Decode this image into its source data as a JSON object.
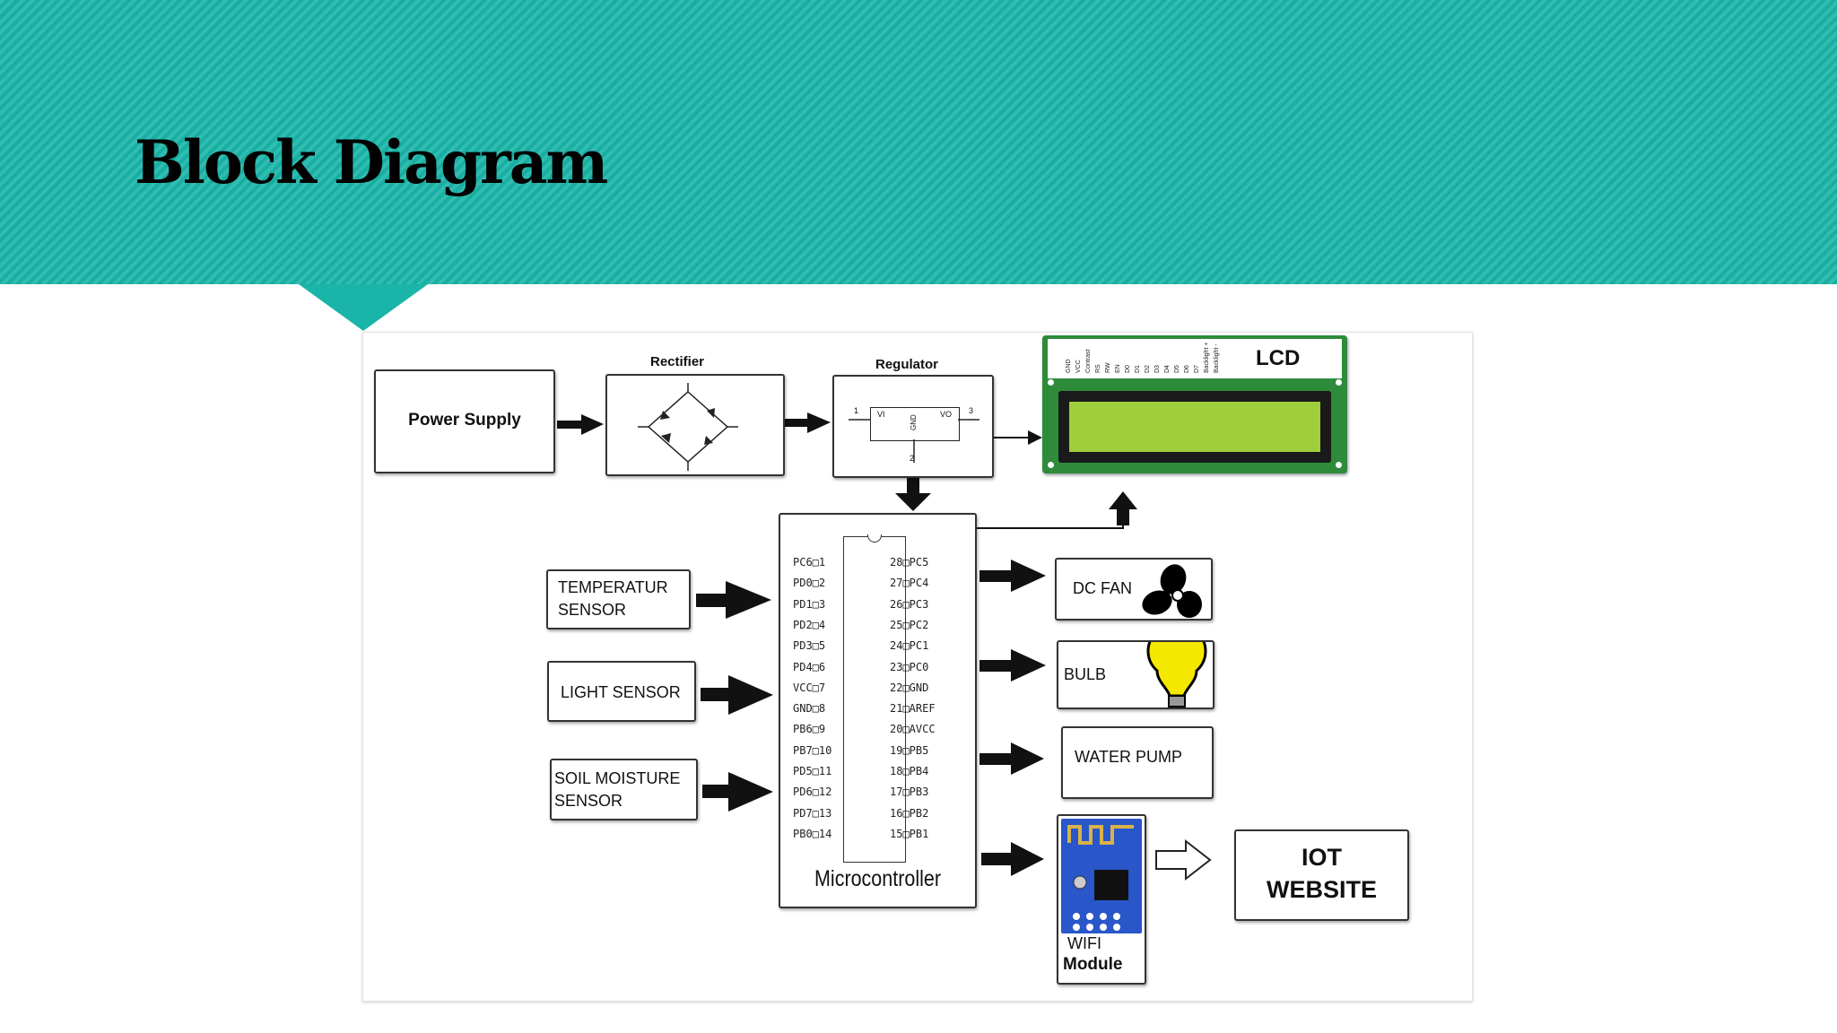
{
  "slide": {
    "title": "Block Diagram"
  },
  "diagram": {
    "power_supply": "Power Supply",
    "rectifier_label": "Rectifier",
    "regulator_label": "Regulator",
    "regulator_pins": {
      "vi": "VI",
      "vo": "VO",
      "gnd": "GND",
      "p1": "1",
      "p2": "2",
      "p3": "3"
    },
    "lcd_label": "LCD",
    "lcd_pins": [
      "GND",
      "VCC",
      "Contrast",
      "RS",
      "RW",
      "EN",
      "D0",
      "D1",
      "D2",
      "D3",
      "D4",
      "D5",
      "D6",
      "D7",
      "Backlight +",
      "Backlight -"
    ],
    "microcontroller_label": "Microcontroller",
    "mcu_left_pins": [
      {
        "name": "PC6",
        "num": "1"
      },
      {
        "name": "PD0",
        "num": "2"
      },
      {
        "name": "PD1",
        "num": "3"
      },
      {
        "name": "PD2",
        "num": "4"
      },
      {
        "name": "PD3",
        "num": "5"
      },
      {
        "name": "PD4",
        "num": "6"
      },
      {
        "name": "VCC",
        "num": "7"
      },
      {
        "name": "GND",
        "num": "8"
      },
      {
        "name": "PB6",
        "num": "9"
      },
      {
        "name": "PB7",
        "num": "10"
      },
      {
        "name": "PD5",
        "num": "11"
      },
      {
        "name": "PD6",
        "num": "12"
      },
      {
        "name": "PD7",
        "num": "13"
      },
      {
        "name": "PB0",
        "num": "14"
      }
    ],
    "mcu_right_pins": [
      {
        "name": "PC5",
        "num": "28"
      },
      {
        "name": "PC4",
        "num": "27"
      },
      {
        "name": "PC3",
        "num": "26"
      },
      {
        "name": "PC2",
        "num": "25"
      },
      {
        "name": "PC1",
        "num": "24"
      },
      {
        "name": "PC0",
        "num": "23"
      },
      {
        "name": "GND",
        "num": "22"
      },
      {
        "name": "AREF",
        "num": "21"
      },
      {
        "name": "AVCC",
        "num": "20"
      },
      {
        "name": "PB5",
        "num": "19"
      },
      {
        "name": "PB4",
        "num": "18"
      },
      {
        "name": "PB3",
        "num": "17"
      },
      {
        "name": "PB2",
        "num": "16"
      },
      {
        "name": "PB1",
        "num": "15"
      }
    ],
    "temp_line1": "TEMPERATUR",
    "temp_line2": "SENSOR",
    "light_sensor": "LIGHT SENSOR",
    "soil_line1": "SOIL MOISTURE",
    "soil_line2": "SENSOR",
    "dc_fan": "DC FAN",
    "bulb": "BULB",
    "water_pump": "WATER PUMP",
    "wifi_line1": "WIFI",
    "wifi_line2": "Module",
    "iot_line1": "IOT",
    "iot_line2": "WEBSITE",
    "colors": {
      "banner": "#1ab5a8",
      "lcd_board": "#2e8b3a",
      "lcd_screen": "#9fce3c",
      "bulb": "#f5e800",
      "wifi_board": "#2956c8"
    }
  }
}
